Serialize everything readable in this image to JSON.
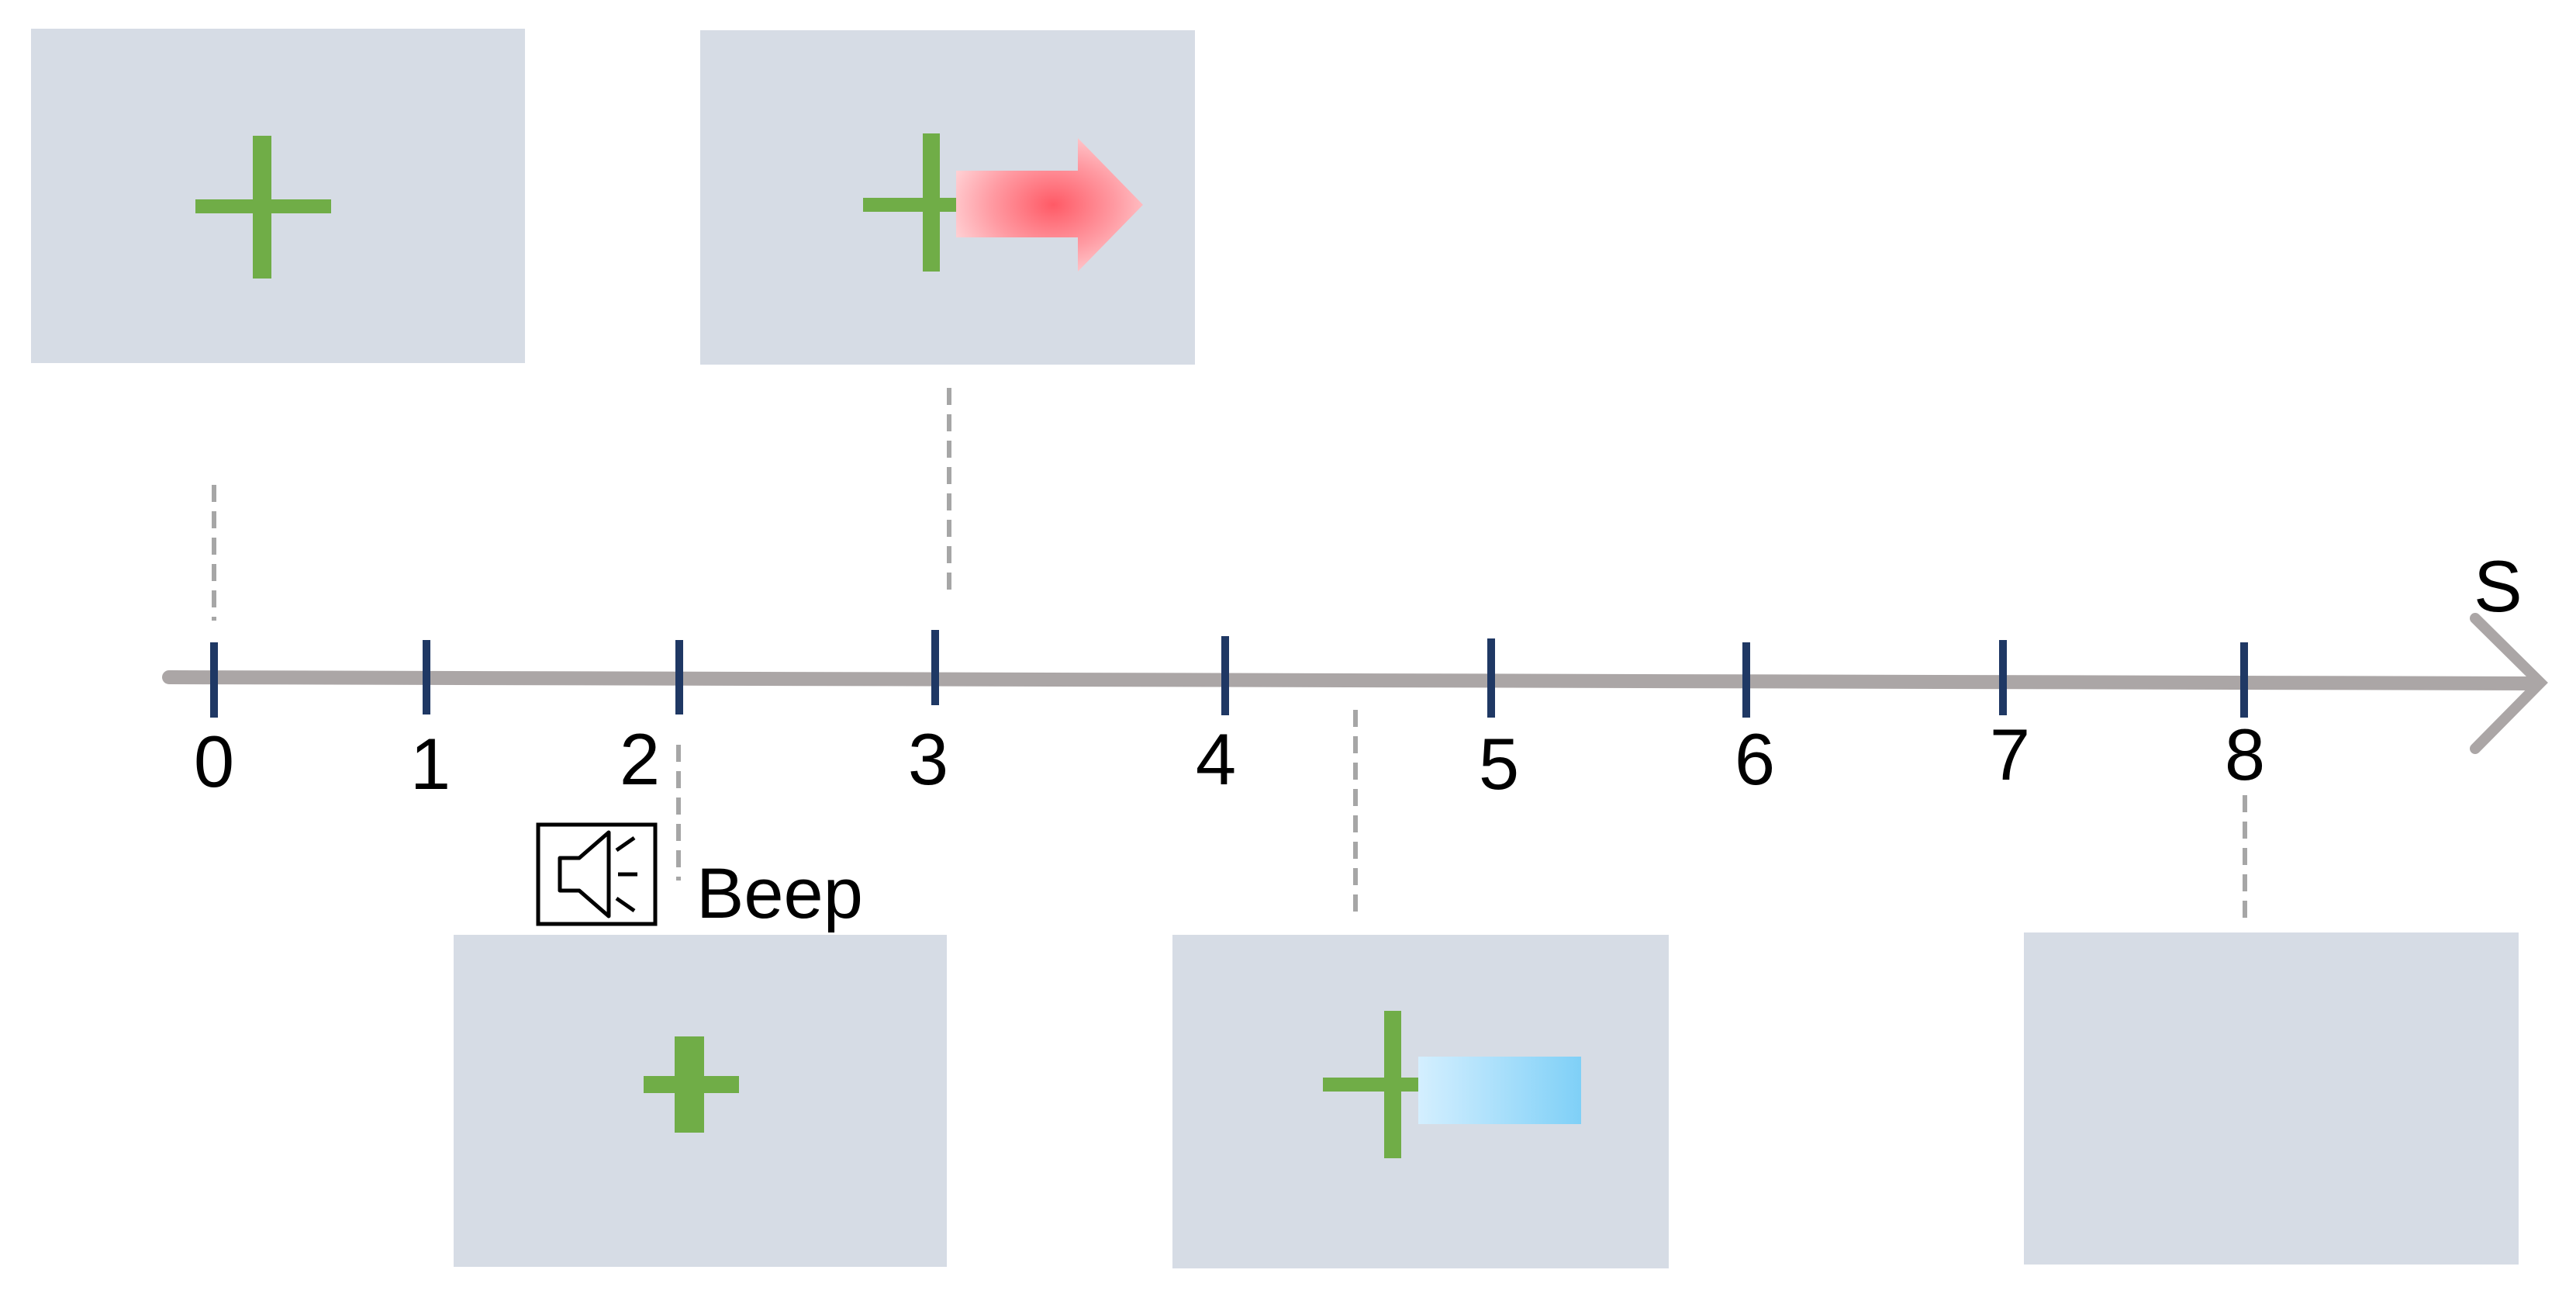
{
  "timeline": {
    "unit": "S",
    "ticks": [
      "0",
      "1",
      "2",
      "3",
      "4",
      "5",
      "6",
      "7",
      "8"
    ],
    "axis_color": "#aba6a6",
    "tick_color": "#1f3864"
  },
  "events": {
    "beep": {
      "label": "Beep",
      "icon": "speaker-icon"
    }
  },
  "screens": [
    {
      "id": "fixation",
      "content": "green fixation cross"
    },
    {
      "id": "cue",
      "content": "green fixation cross with red arrow pointing right"
    },
    {
      "id": "beep-fixation",
      "content": "green fixation cross"
    },
    {
      "id": "target",
      "content": "green fixation cross with blue bar"
    },
    {
      "id": "blank",
      "content": "empty screen"
    }
  ],
  "colors": {
    "panel": "#d6dce5",
    "cross": "#70ad47",
    "cue_arrow": "#ff5a66",
    "target_bar": "#7fd0f7",
    "guide": "#a6a6a6"
  }
}
